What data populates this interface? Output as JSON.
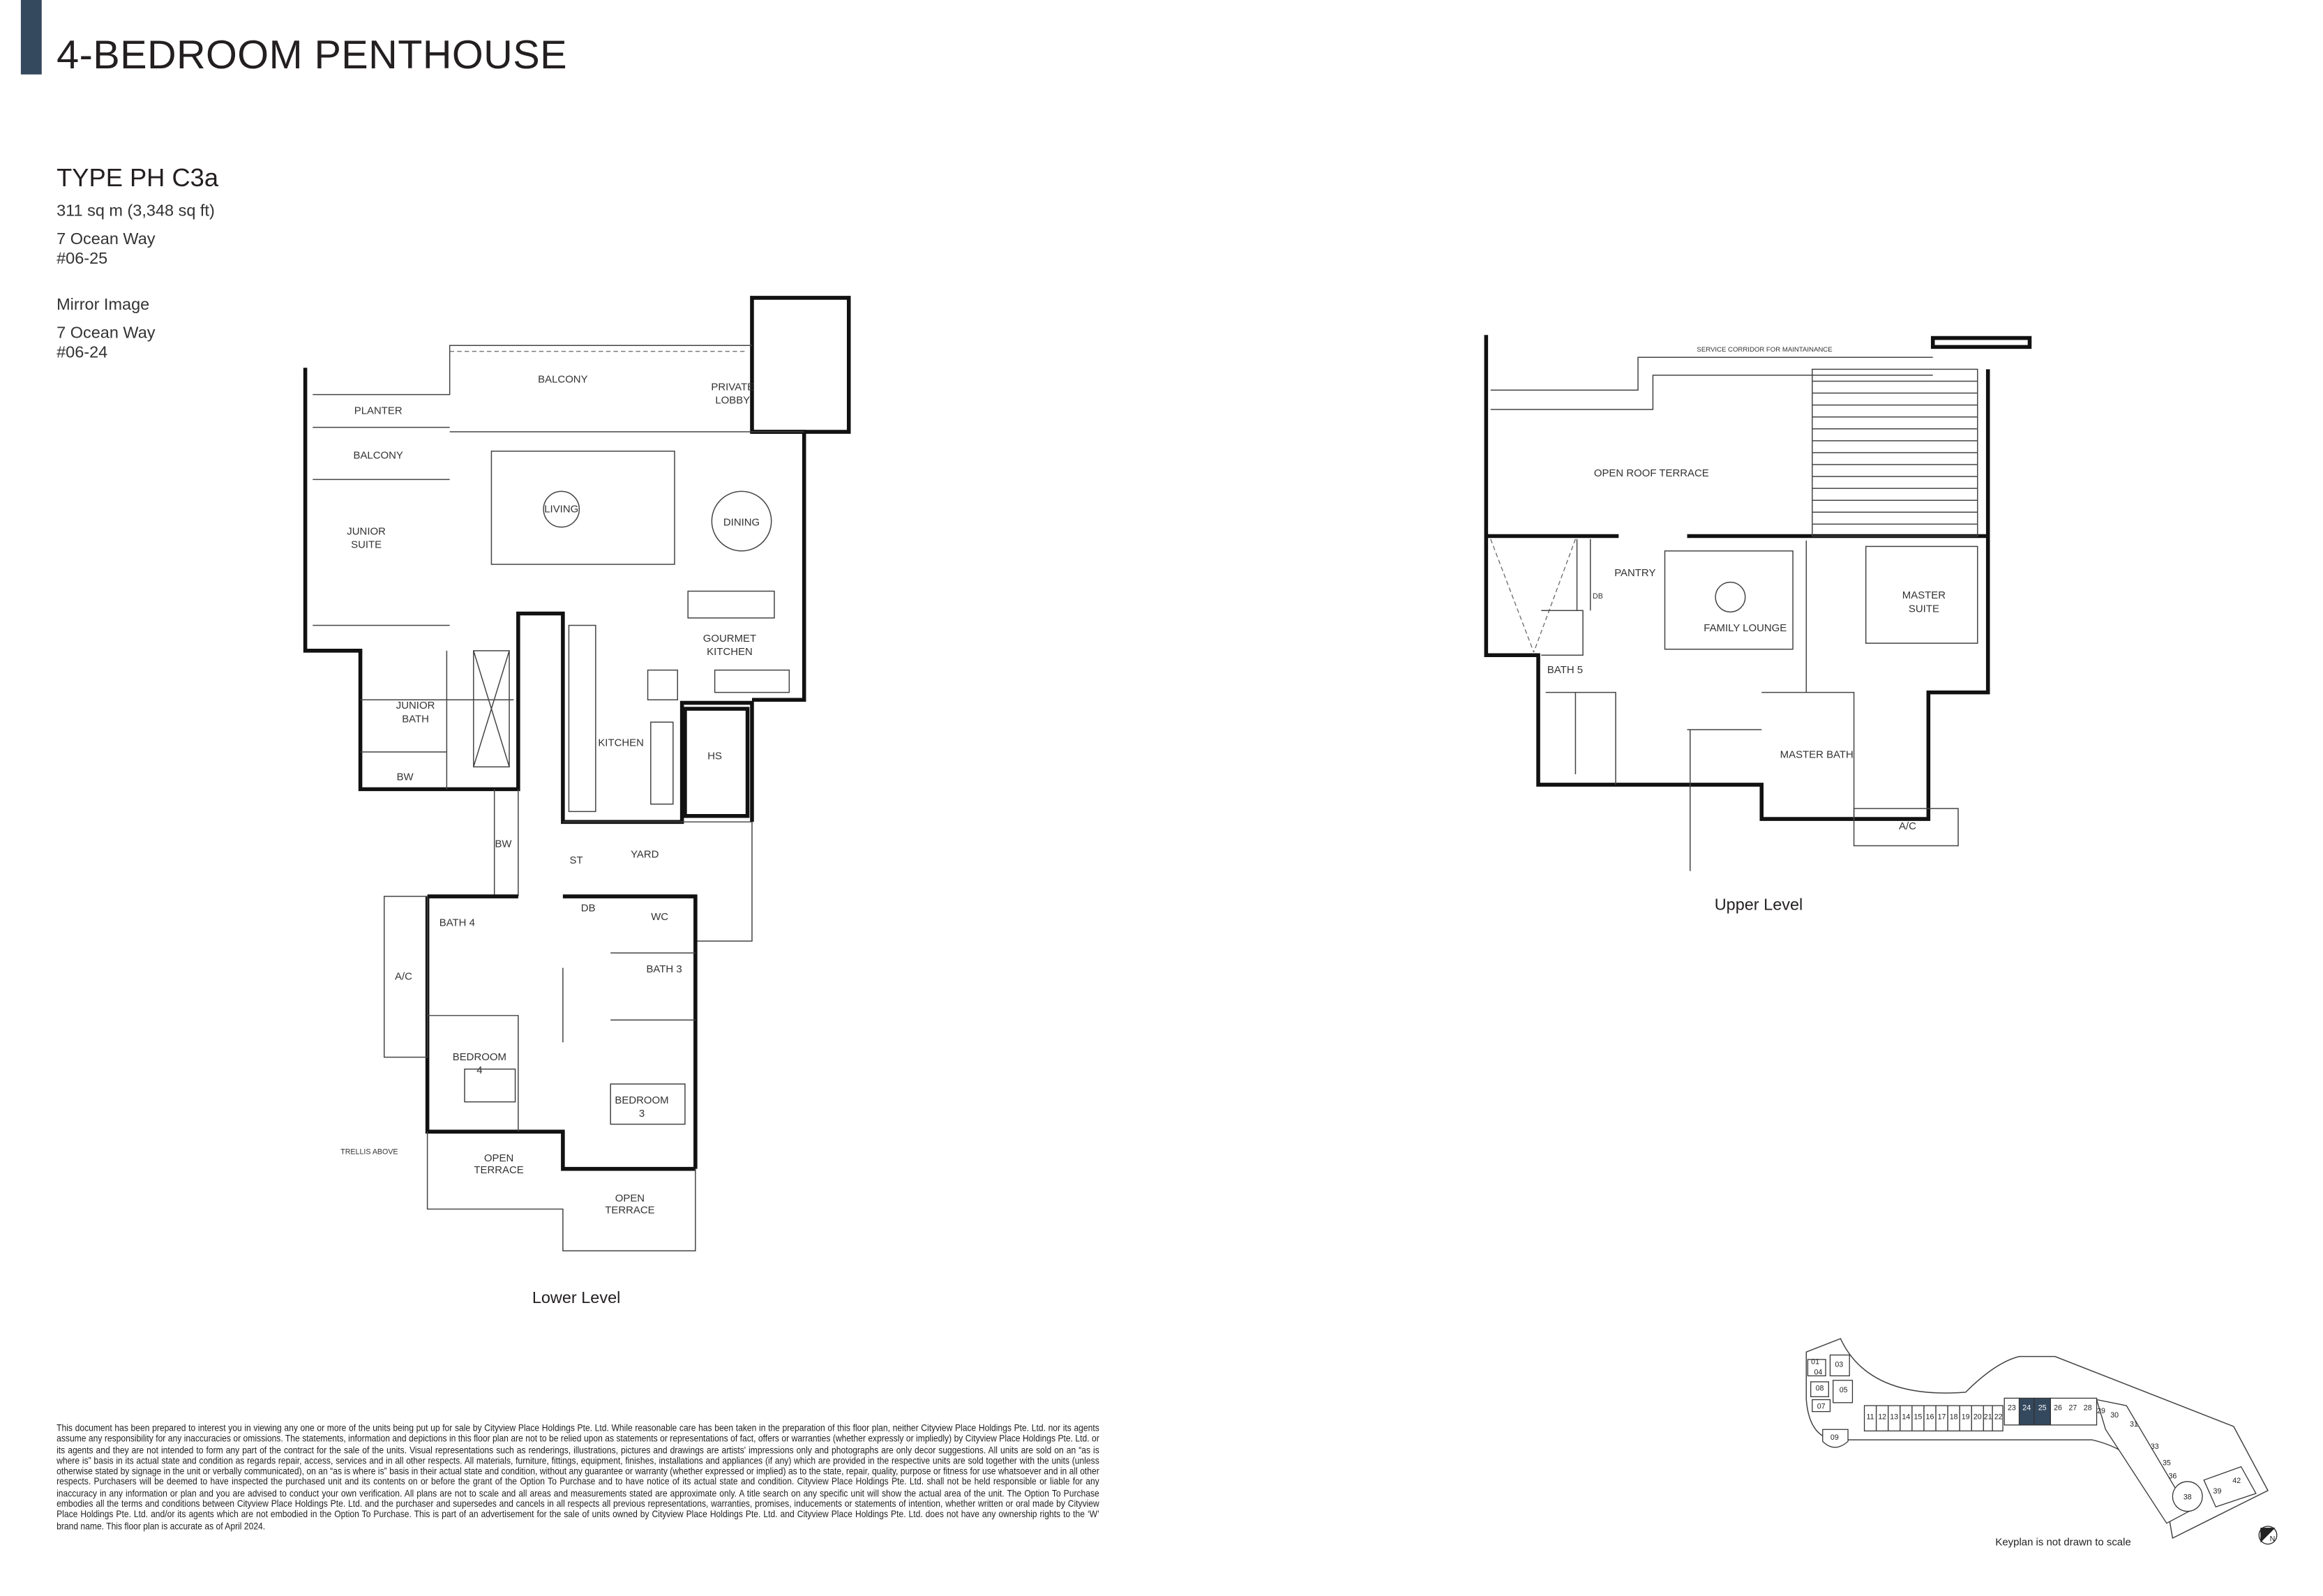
{
  "header": {
    "title": "4-BEDROOM PENTHOUSE",
    "accent_color": "#34495e"
  },
  "unit": {
    "type": "TYPE PH C3a",
    "area": "311 sq m (3,348 sq ft)",
    "address": "7 Ocean Way",
    "unit_no": "#06-25",
    "mirror_label": "Mirror Image",
    "mirror_address": "7 Ocean Way",
    "mirror_unit_no": "#06-24"
  },
  "lower": {
    "title": "Lower Level",
    "rooms": [
      "PLANTER",
      "BALCONY",
      "BALCONY",
      "PRIVATE",
      "LOBBY",
      "LIVING",
      "DINING",
      "JUNIOR",
      "SUITE",
      "GOURMET",
      "KITCHEN",
      "JUNIOR",
      "BATH",
      "BW",
      "KITCHEN",
      "HS",
      "BW",
      "ST",
      "YARD",
      "DB",
      "WC",
      "BATH 4",
      "BATH 3",
      "A/C",
      "BEDROOM",
      "4",
      "BEDROOM",
      "3",
      "TRELLIS ABOVE",
      "OPEN",
      "TERRACE",
      "OPEN",
      "TERRACE"
    ]
  },
  "upper": {
    "title": "Upper Level",
    "rooms": [
      "SERVICE CORRIDOR FOR MAINTAINANCE",
      "OPEN ROOF TERRACE",
      "PANTRY",
      "FAMILY LOUNGE",
      "MASTER",
      "SUITE",
      "BATH 5",
      "MASTER BATH",
      "A/C",
      "DB"
    ]
  },
  "keyplan": {
    "note": "Keyplan is not drawn to scale",
    "highlight_color": "#34495e",
    "highlighted_units": [
      "24",
      "25"
    ],
    "units": [
      "01",
      "03",
      "04",
      "08",
      "05",
      "07",
      "09",
      "11",
      "12",
      "13",
      "14",
      "15",
      "16",
      "17",
      "18",
      "19",
      "20",
      "21",
      "22",
      "23",
      "24",
      "25",
      "26",
      "27",
      "28",
      "29",
      "30",
      "31",
      "33",
      "35",
      "36",
      "38",
      "39",
      "42"
    ],
    "north": "N"
  },
  "disclaimer": "This document has been prepared to interest you in viewing any one or more of the units being put up for sale by Cityview Place Holdings Pte. Ltd. While reasonable care has been taken in the preparation of this floor plan, neither Cityview Place Holdings Pte. Ltd. nor its agents assume any responsibility for any inaccuracies or omissions. The statements, information and depictions in this floor plan are not to be relied upon as statements or representations of fact, offers or warranties (whether expressly or impliedly) by Cityview Place Holdings Pte. Ltd. or its agents and they are not intended to form any part of the contract for the sale of the units. Visual representations such as renderings, illustrations, pictures and drawings are artists' impressions only and photographs are only decor suggestions. All units are sold on an “as is where is” basis in its actual state and condition as regards repair, access, services and in all other respects. All materials, furniture, fittings, equipment, finishes, installations and appliances (if any) which are provided in the respective units are sold together with the units (unless otherwise stated by signage in the unit or verbally communicated), on an “as is where is” basis in their actual state and condition, without any guarantee or warranty (whether expressed or implied) as to the state, repair, quality, purpose or fitness for use whatsoever and in all other respects. Purchasers will be deemed to have inspected the purchased unit and its contents on or before the grant of the Option To Purchase and to have notice of its actual state and condition. Cityview Place Holdings Pte. Ltd. shall not be held responsible or liable for any inaccuracy in any information or plan and you are advised to conduct your own verification. All plans are not to scale and all areas and measurements stated are approximate only. A title search on any specific unit will show the actual area of the unit. The Option To Purchase embodies all the terms and conditions between Cityview Place Holdings Pte. Ltd. and the purchaser and supersedes and cancels in all respects all previous representations, warranties, promises, inducements or statements of intention, whether written or oral made by Cityview Place Holdings Pte. Ltd. and/or its agents which are not embodied in the Option To Purchase. This is part of an advertisement for the sale of units owned by Cityview Place Holdings Pte. Ltd. and Cityview Place Holdings Pte. Ltd. does not have any ownership rights to the ‘W’ brand name. This floor plan is accurate as of April 2024."
}
